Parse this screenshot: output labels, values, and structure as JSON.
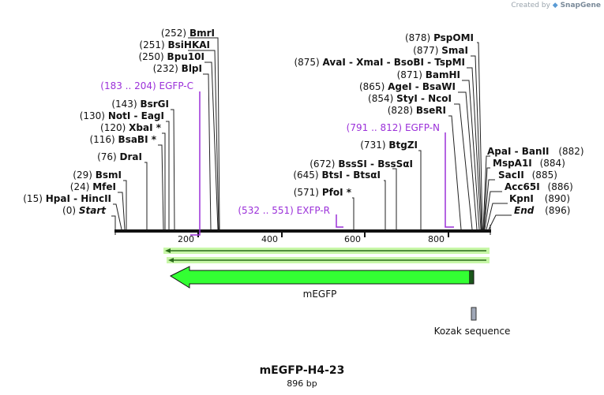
{
  "credit": {
    "prefix": "Created by",
    "brand": "SnapGene"
  },
  "title": "mEGFP-H4-23",
  "length_label": "896 bp",
  "sequence_length": 896,
  "ticks": [
    "200",
    "400",
    "600",
    "800"
  ],
  "enzymes": [
    {
      "pos": "(252)",
      "name": "BmrI",
      "site": 252
    },
    {
      "pos": "(251)",
      "name": "BsiHKAI",
      "site": 251
    },
    {
      "pos": "(250)",
      "name": "Bpu10I",
      "site": 250
    },
    {
      "pos": "(232)",
      "name": "BlpI",
      "site": 232
    },
    {
      "pos": "(143)",
      "name": "BsrGI",
      "site": 143
    },
    {
      "pos": "(130)",
      "name": "NotI  -  EagI",
      "site": 130
    },
    {
      "pos": "(120)",
      "name": "XbaI *",
      "site": 120
    },
    {
      "pos": "(116)",
      "name": "BsaBI *",
      "site": 116
    },
    {
      "pos": "(76)",
      "name": "DraI",
      "site": 76
    },
    {
      "pos": "(29)",
      "name": "BsmI",
      "site": 29
    },
    {
      "pos": "(24)",
      "name": "MfeI",
      "site": 24
    },
    {
      "pos": "(15)",
      "name": "HpaI  -  HincII",
      "site": 15
    },
    {
      "pos": "(0)",
      "name": "Start",
      "site": 0,
      "italic": true
    },
    {
      "pos": "(878)",
      "name": "PspOMI",
      "site": 878
    },
    {
      "pos": "(877)",
      "name": "SmaI",
      "site": 877
    },
    {
      "pos": "(875)",
      "name": "AvaI  -  XmaI  -  BsoBI  -  TspMI",
      "site": 875
    },
    {
      "pos": "(871)",
      "name": "BamHI",
      "site": 871
    },
    {
      "pos": "(865)",
      "name": "AgeI  -  BsaWI",
      "site": 865
    },
    {
      "pos": "(854)",
      "name": "StyI  -  NcoI",
      "site": 854
    },
    {
      "pos": "(828)",
      "name": "BseRI",
      "site": 828
    },
    {
      "pos": "(731)",
      "name": "BtgZI",
      "site": 731
    },
    {
      "pos": "(672)",
      "name": "BssSI  -  BssSαI",
      "site": 672
    },
    {
      "pos": "(645)",
      "name": "BtsI  -  BtsαI",
      "site": 645
    },
    {
      "pos": "(571)",
      "name": "PfoI *",
      "site": 571
    },
    {
      "pos": "(882)",
      "name": "ApaI  -  BanII",
      "site": 882
    },
    {
      "pos": "(884)",
      "name": "MspA1I",
      "site": 884
    },
    {
      "pos": "(885)",
      "name": "SacII",
      "site": 885
    },
    {
      "pos": "(886)",
      "name": "Acc65I",
      "site": 886
    },
    {
      "pos": "(890)",
      "name": "KpnI",
      "site": 890
    },
    {
      "pos": "(896)",
      "name": "End",
      "site": 896,
      "italic": true
    }
  ],
  "primers": [
    {
      "range": "(183 .. 204)",
      "name": "EGFP-C",
      "start": 183,
      "end": 204
    },
    {
      "range": "(791 .. 812)",
      "name": "EGFP-N",
      "start": 791,
      "end": 812
    },
    {
      "range": "(532 .. 551)",
      "name": "EXFP-R",
      "start": 532,
      "end": 551
    }
  ],
  "features": [
    {
      "name": "mEGFP",
      "color": "#33ff33"
    },
    {
      "name": "Kozak sequence",
      "color": "#a0a8b8"
    }
  ],
  "colors": {
    "primer": "#9b30d9",
    "feature": "#33ff33",
    "backbone": "#111111"
  }
}
